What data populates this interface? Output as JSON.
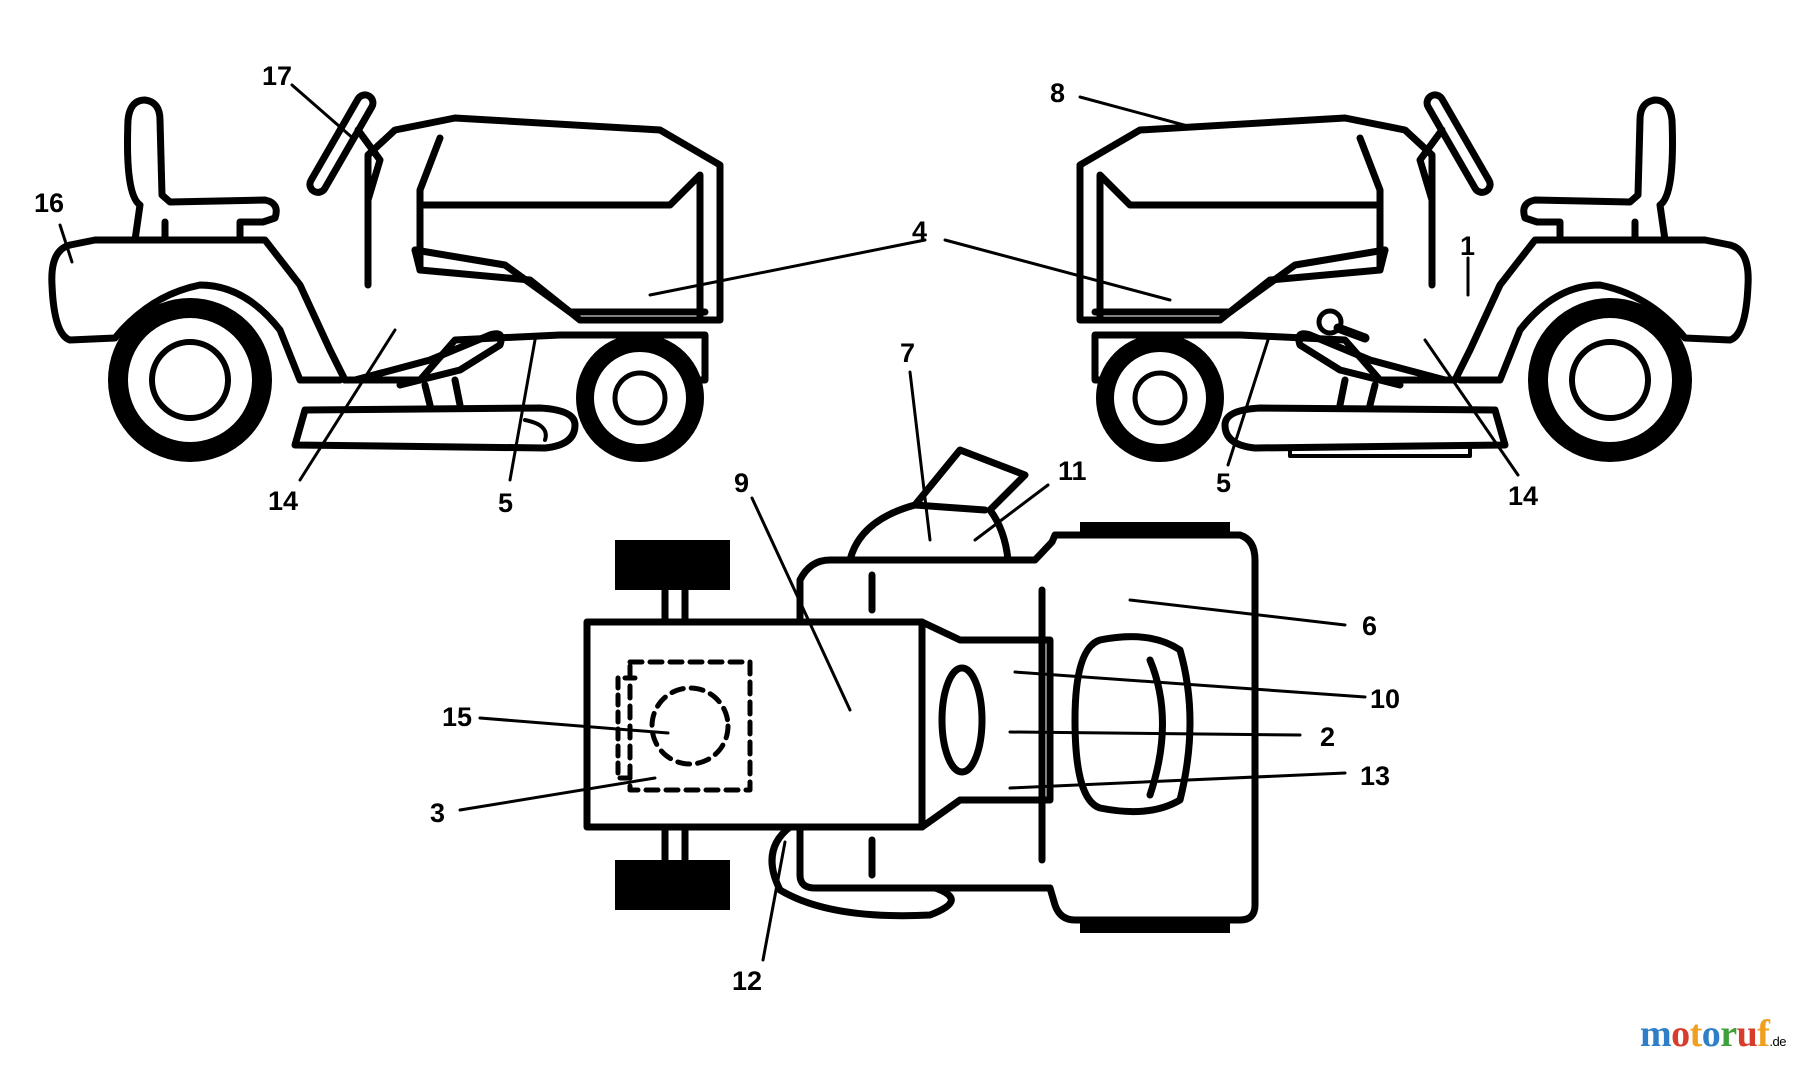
{
  "callouts": {
    "c1": "1",
    "c2": "2",
    "c3": "3",
    "c4": "4",
    "c5": "5",
    "c6": "6",
    "c7": "7",
    "c8": "8",
    "c9": "9",
    "c10": "10",
    "c11": "11",
    "c12": "12",
    "c13": "13",
    "c14": "14",
    "c15": "15",
    "c16": "16",
    "c17": "17"
  },
  "watermark": {
    "letters": [
      "m",
      "o",
      "t",
      "o",
      "r",
      "u",
      "f"
    ],
    "letter_colors": [
      "#2f7fc8",
      "#d83c2c",
      "#f0a020",
      "#2f7fc8",
      "#3ea03a",
      "#d83c2c",
      "#f0a020"
    ],
    "suffix": ".de"
  }
}
